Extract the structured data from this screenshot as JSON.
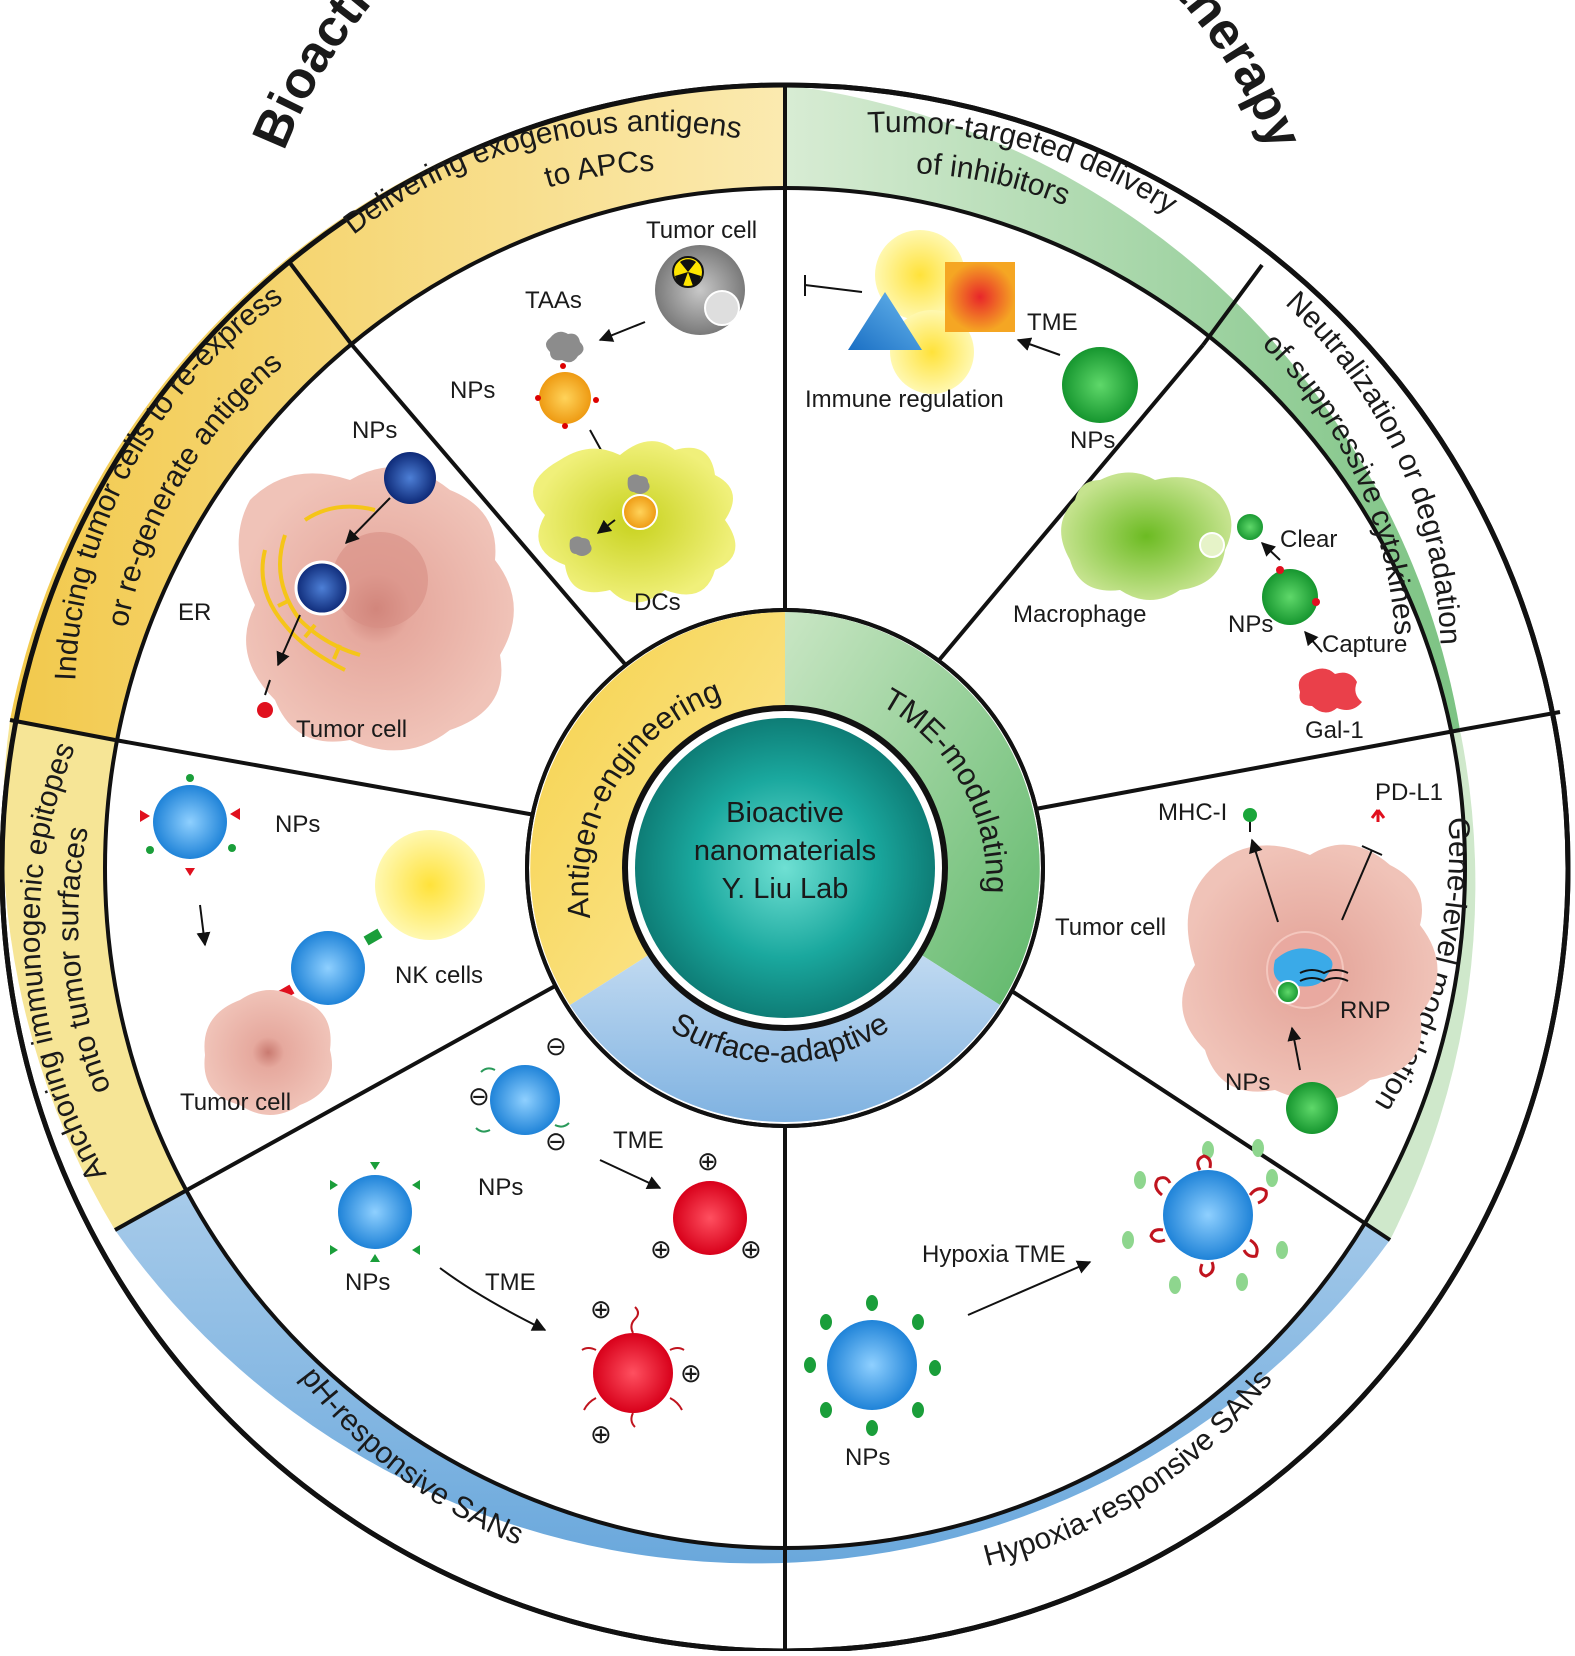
{
  "title": "Bioactive nanomaterials for cancer immunotherapy",
  "core": {
    "line1": "Bioactive",
    "line2": "nanomaterials",
    "line3": "Y. Liu Lab"
  },
  "hub": {
    "antigen": "Antigen-engineering",
    "tme": "TME-modulating",
    "surface": "Surface-adaptive"
  },
  "ring": {
    "delivering_l1": "Delivering exogenous antigens",
    "delivering_l2": "to APCs",
    "tumor_targeted_l1": "Tumor-targeted delivery",
    "tumor_targeted_l2": "of inhibitors",
    "neutralization_l1": "Neutralization or degradation",
    "neutralization_l2": "of suppressive cytokines",
    "gene_level": "Gene-level modulation",
    "hypoxia": "Hypoxia-responsive SANs",
    "ph": "pH-responsive SANs",
    "anchoring_l1": "Anchoring immunogenic epitopes",
    "anchoring_l2": "onto tumor surfaces",
    "inducing_l1": "Inducing tumor cells to re-express",
    "inducing_l2": "or re-generate antigens"
  },
  "labels": {
    "s1_tumor_cell": "Tumor cell",
    "s1_taas": "TAAs",
    "s1_nps": "NPs",
    "s1_dcs": "DCs",
    "s2_tme": "TME",
    "s2_immune": "Immune regulation",
    "s2_nps": "NPs",
    "s3_clear": "Clear",
    "s3_macrophage": "Macrophage",
    "s3_nps": "NPs",
    "s3_capture": "Capture",
    "s3_gal1": "Gal-1",
    "s4_mhc": "MHC-I",
    "s4_pdl1": "PD-L1",
    "s4_tumor_cell": "Tumor cell",
    "s4_rnp": "RNP",
    "s4_nps": "NPs",
    "s5_hypoxia_tme": "Hypoxia TME",
    "s5_nps": "NPs",
    "s6_nps_top": "NPs",
    "s6_tme_top": "TME",
    "s6_nps_bottom": "NPs",
    "s6_tme_bottom": "TME",
    "s7_nps": "NPs",
    "s7_nk": "NK cells",
    "s7_tumor_cell": "Tumor cell",
    "s8_nps": "NPs",
    "s8_er": "ER",
    "s8_tumor_cell": "Tumor cell"
  },
  "colors": {
    "antigen_band": "#f7e08f",
    "tme_band": "#bfe0bd",
    "surface_band": "#b8d3ec",
    "core": "#1a9e96",
    "np_orange": "#f2a51a",
    "np_green": "#1aa63a",
    "np_blue": "#2b8fe0",
    "np_red": "#e0101e",
    "np_navy": "#1a3c8f",
    "tumor_pink": "#e8aaa0",
    "dc_yellow": "#dfe23c",
    "macrophage_green": "#8cc540"
  }
}
